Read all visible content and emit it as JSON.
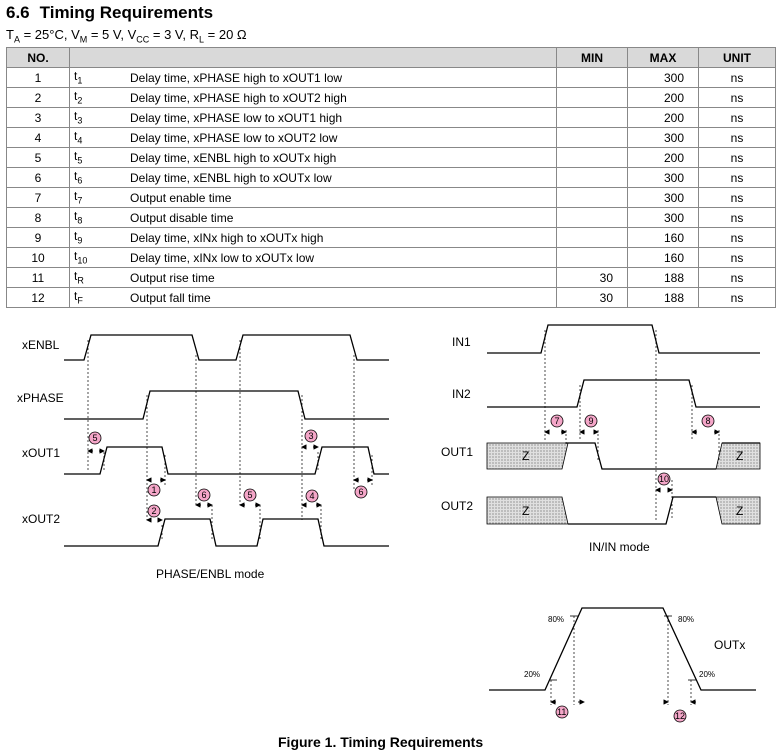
{
  "section": {
    "number": "6.6",
    "title": "Timing Requirements"
  },
  "conditions": {
    "ta_sub": "A",
    "ta_val": " = 25°C, ",
    "vm_sub": "M",
    "vm_val": " = 5 V, ",
    "vcc_sub": "CC",
    "vcc_val": " = 3 V, ",
    "rl_sub": "L",
    "rl_val": " = 20 Ω"
  },
  "table": {
    "headers": {
      "no": "NO.",
      "min": "MIN",
      "max": "MAX",
      "unit": "UNIT"
    },
    "rows": [
      {
        "no": "1",
        "sym": "t",
        "sub": "1",
        "desc": "Delay time, xPHASE high to xOUT1 low",
        "min": "",
        "max": "300",
        "unit": "ns"
      },
      {
        "no": "2",
        "sym": "t",
        "sub": "2",
        "desc": "Delay time, xPHASE high to xOUT2 high",
        "min": "",
        "max": "200",
        "unit": "ns"
      },
      {
        "no": "3",
        "sym": "t",
        "sub": "3",
        "desc": "Delay time, xPHASE low to xOUT1 high",
        "min": "",
        "max": "200",
        "unit": "ns"
      },
      {
        "no": "4",
        "sym": "t",
        "sub": "4",
        "desc": "Delay time, xPHASE low to xOUT2 low",
        "min": "",
        "max": "300",
        "unit": "ns"
      },
      {
        "no": "5",
        "sym": "t",
        "sub": "5",
        "desc": "Delay time, xENBL high to xOUTx high",
        "min": "",
        "max": "200",
        "unit": "ns"
      },
      {
        "no": "6",
        "sym": "t",
        "sub": "6",
        "desc": "Delay time, xENBL high to xOUTx low",
        "min": "",
        "max": "300",
        "unit": "ns"
      },
      {
        "no": "7",
        "sym": "t",
        "sub": "7",
        "desc": "Output enable time",
        "min": "",
        "max": "300",
        "unit": "ns"
      },
      {
        "no": "8",
        "sym": "t",
        "sub": "8",
        "desc": "Output disable time",
        "min": "",
        "max": "300",
        "unit": "ns"
      },
      {
        "no": "9",
        "sym": "t",
        "sub": "9",
        "desc": "Delay time, xINx high to xOUTx high",
        "min": "",
        "max": "160",
        "unit": "ns"
      },
      {
        "no": "10",
        "sym": "t",
        "sub": "10",
        "desc": "Delay time, xINx low to xOUTx low",
        "min": "",
        "max": "160",
        "unit": "ns"
      },
      {
        "no": "11",
        "sym": "t",
        "sub": "R",
        "desc": "Output rise time",
        "min": "30",
        "max": "188",
        "unit": "ns"
      },
      {
        "no": "12",
        "sym": "t",
        "sub": "F",
        "desc": "Output fall time",
        "min": "30",
        "max": "188",
        "unit": "ns"
      }
    ]
  },
  "diagram": {
    "left": {
      "signals": [
        "xENBL",
        "xPHASE",
        "xOUT1",
        "xOUT2"
      ],
      "caption": "PHASE/ENBL mode",
      "markers": [
        "5",
        "1",
        "2",
        "6",
        "5",
        "3",
        "4",
        "6"
      ]
    },
    "right": {
      "signals": [
        "IN1",
        "IN2",
        "OUT1",
        "OUT2"
      ],
      "caption": "IN/IN mode",
      "markers": [
        "7",
        "9",
        "8",
        "10"
      ],
      "z": "Z"
    },
    "outx": {
      "label": "OUTx",
      "p80": "80%",
      "p20": "20%",
      "markers": [
        "11",
        "12"
      ]
    }
  },
  "figure_caption": "Figure 1.  Timing Requirements"
}
